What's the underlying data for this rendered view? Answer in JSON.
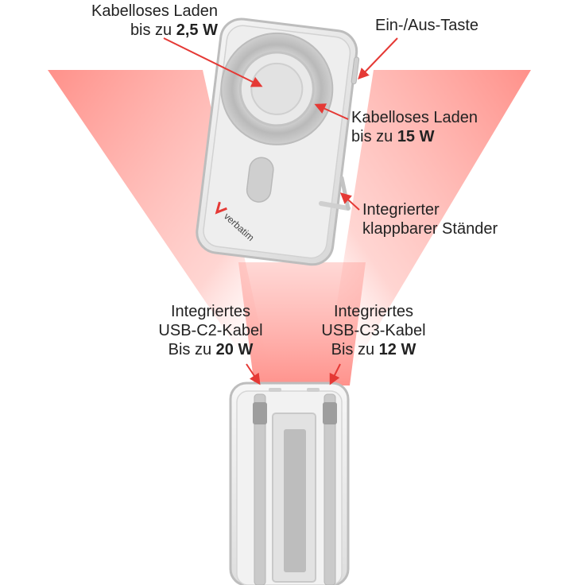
{
  "brand": "verbatim",
  "colors": {
    "arrow": "#e53935",
    "glow": "#ff8a80",
    "device_body": "#e6e6e6",
    "device_edge": "#c8c8c8",
    "text": "#222222"
  },
  "labels": {
    "wireless_small": {
      "line1": "Kabelloses Laden",
      "line2_prefix": "bis zu ",
      "line2_value": "2,5 W"
    },
    "power_button": {
      "line1": "Ein-/Aus-Taste"
    },
    "wireless_large": {
      "line1": "Kabelloses Laden",
      "line2_prefix": "bis zu ",
      "line2_value": "15 W"
    },
    "stand": {
      "line1": "Integrierter",
      "line2": "klappbarer Ständer"
    },
    "usb_c2": {
      "line1": "Integriertes",
      "line2": "USB-C2-Kabel",
      "line3_prefix": "Bis zu ",
      "line3_value": "20 W"
    },
    "usb_c3": {
      "line1": "Integriertes",
      "line2": "USB-C3-Kabel",
      "line3_prefix": "Bis zu ",
      "line3_value": "12 W"
    }
  }
}
